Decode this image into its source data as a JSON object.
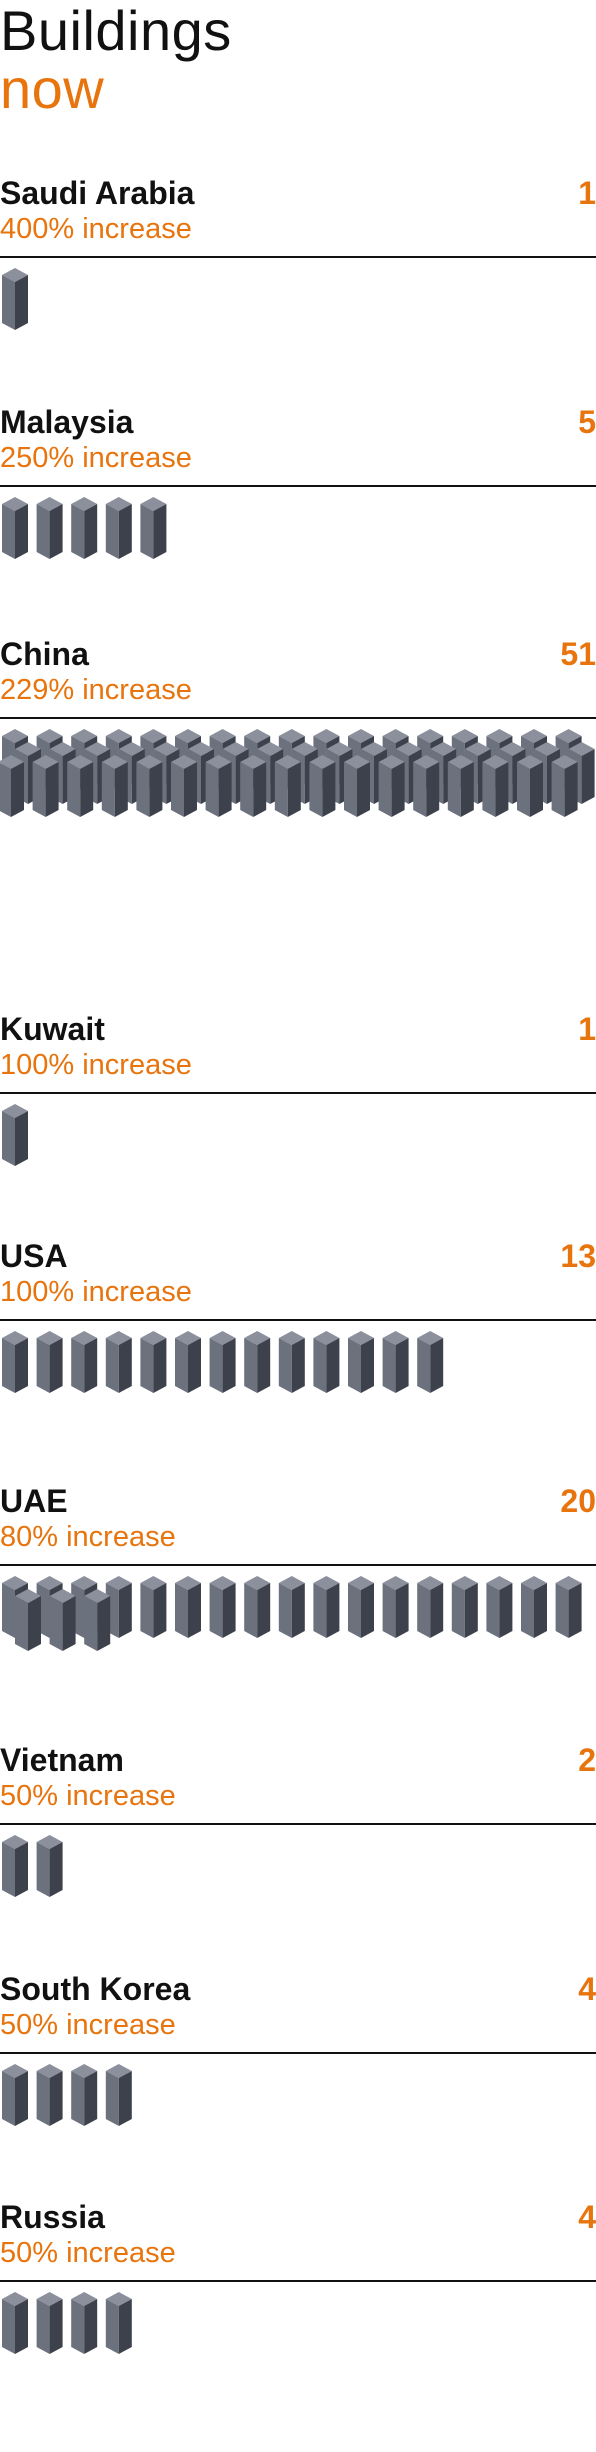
{
  "heading": {
    "line1": "Buildings",
    "line2": "now"
  },
  "colors": {
    "accent": "#e8740e",
    "text": "#111111",
    "building_left": "#6c717e",
    "building_right": "#3d414c",
    "building_top": "#8b909c"
  },
  "chart_data": {
    "type": "pictogram",
    "unit": "buildings",
    "rows": [
      {
        "country": "Saudi Arabia",
        "buildings": 1,
        "increase_label": "400% increase",
        "increase_pct": 400
      },
      {
        "country": "Malaysia",
        "buildings": 5,
        "increase_label": "250% increase",
        "increase_pct": 250
      },
      {
        "country": "China",
        "buildings": 51,
        "increase_label": "229% increase",
        "increase_pct": 229
      },
      {
        "country": "Kuwait",
        "buildings": 1,
        "increase_label": "100% increase",
        "increase_pct": 100
      },
      {
        "country": "USA",
        "buildings": 13,
        "increase_label": "100% increase",
        "increase_pct": 100
      },
      {
        "country": "UAE",
        "buildings": 20,
        "increase_label": "80% increase",
        "increase_pct": 80
      },
      {
        "country": "Vietnam",
        "buildings": 2,
        "increase_label": "50% increase",
        "increase_pct": 50
      },
      {
        "country": "South Korea",
        "buildings": 4,
        "increase_label": "50% increase",
        "increase_pct": 50
      },
      {
        "country": "Russia",
        "buildings": 4,
        "increase_label": "50% increase",
        "increase_pct": 50
      }
    ]
  }
}
